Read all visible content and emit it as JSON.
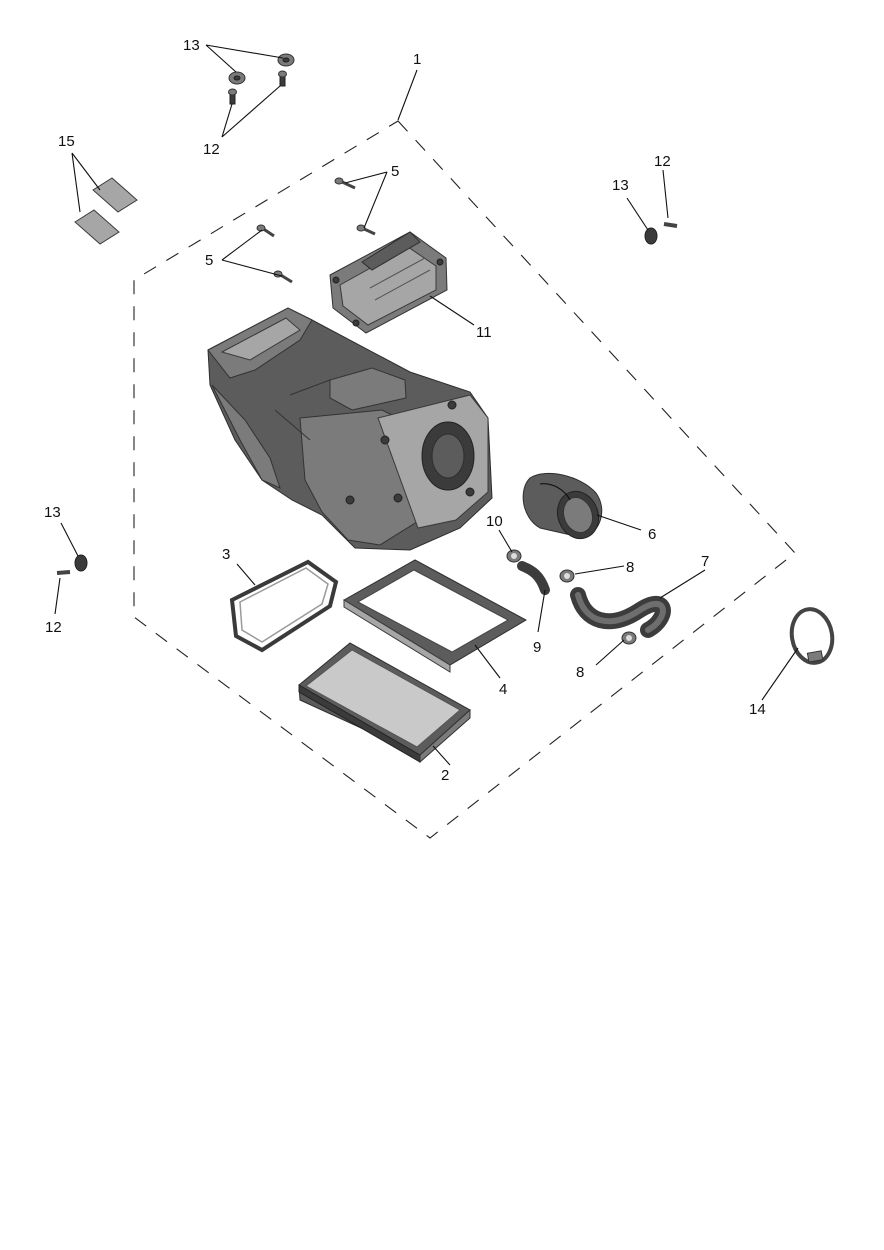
{
  "callouts": {
    "c1": "1",
    "c2": "2",
    "c3": "3",
    "c4": "4",
    "c5a": "5",
    "c5b": "5",
    "c6": "6",
    "c7": "7",
    "c8a": "8",
    "c8b": "8",
    "c9": "9",
    "c10": "10",
    "c11": "11",
    "c12a": "12",
    "c12b": "12",
    "c12c": "12",
    "c13a": "13",
    "c13b": "13",
    "c13c": "13",
    "c14": "14",
    "c15": "15"
  },
  "colors": {
    "background": "#ffffff",
    "part_dark": "#5c5c5c",
    "part_light": "#a6a6a6",
    "line": "#111111"
  }
}
